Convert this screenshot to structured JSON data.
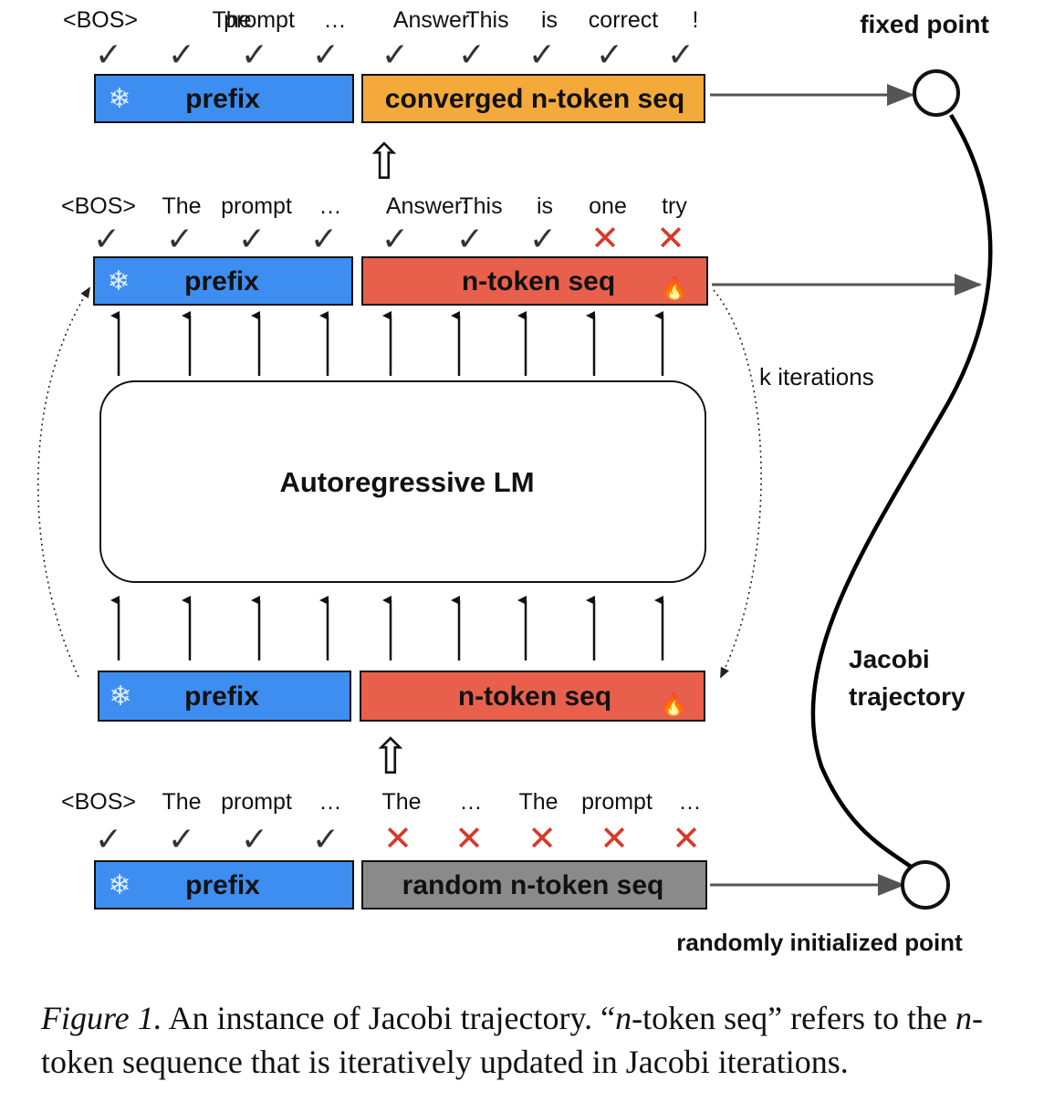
{
  "rows": {
    "top": {
      "tokens": [
        "<BOS>",
        "The",
        "prompt",
        "…",
        "Answer:",
        "This",
        "is",
        "correct",
        "!"
      ],
      "marks": [
        "check",
        "check",
        "check",
        "check",
        "check",
        "check",
        "check",
        "check",
        "check"
      ],
      "prefix_label": "prefix",
      "seq_label": "converged n-token seq"
    },
    "middle": {
      "tokens": [
        "<BOS>",
        "The",
        "prompt",
        "…",
        "Answer:",
        "This",
        "is",
        "one",
        "try"
      ],
      "marks": [
        "check",
        "check",
        "check",
        "check",
        "check",
        "check",
        "check",
        "cross",
        "cross"
      ],
      "prefix_label": "prefix",
      "seq_label": "n-token seq"
    },
    "lower": {
      "prefix_label": "prefix",
      "seq_label": "n-token seq"
    },
    "bottom": {
      "tokens": [
        "<BOS>",
        "The",
        "prompt",
        "…",
        "The",
        "…",
        "The",
        "prompt",
        "…"
      ],
      "marks": [
        "check",
        "check",
        "check",
        "check",
        "cross",
        "cross",
        "cross",
        "cross",
        "cross"
      ],
      "prefix_label": "prefix",
      "seq_label": "random n-token seq"
    }
  },
  "model_label": "Autoregressive LM",
  "iterations_label": "k iterations",
  "fixed_point_label": "fixed point",
  "trajectory_label_1": "Jacobi",
  "trajectory_label_2": "trajectory",
  "random_point_label": "randomly initialized point",
  "glyphs": {
    "check": "✓",
    "cross": "✕",
    "snowflake": "❄",
    "fire": "🔥",
    "hollow_arrow": "⇧"
  },
  "icons": [
    "snowflake-icon",
    "fire-icon",
    "hollow-up-arrow-icon"
  ],
  "colors": {
    "prefix_blue": "#3d8ef0",
    "converged_orange": "#f4a93b",
    "active_red": "#e8604c",
    "random_gray": "#8a8a8a",
    "cross_red": "#d63a2a"
  },
  "caption": {
    "figure_label": "Figure 1.",
    "text_1": " An instance of Jacobi trajectory. “",
    "var_1": "n",
    "text_2": "-token seq” refers to the ",
    "var_2": "n",
    "text_3": "-token sequence that is iteratively updated in Jacobi iterations."
  }
}
